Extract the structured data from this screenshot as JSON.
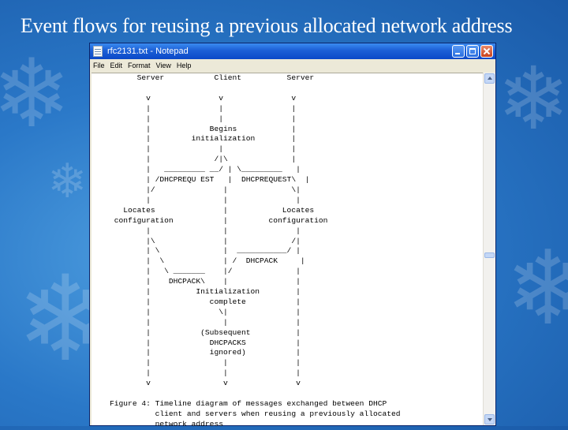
{
  "slide": {
    "title": "Event flows for reusing a previous allocated network address"
  },
  "window": {
    "title": "rfc2131.txt - Notepad",
    "icon": "notepad-icon",
    "controls": {
      "minimize": "minimize-icon",
      "maximize": "maximize-icon",
      "close": "close-icon"
    }
  },
  "menu": [
    "File",
    "Edit",
    "Format",
    "View",
    "Help"
  ],
  "document": {
    "lines": [
      "          Server           Client          Server",
      "",
      "            v               v               v",
      "            |               |               |",
      "            |               |               |",
      "            |             Begins            |",
      "            |         initialization        |",
      "            |               |               |",
      "            |              /|\\              |",
      "            |   _________ __/ | \\_________   |",
      "            | /DHCPREQU EST   |  DHCPREQUEST\\  |",
      "            |/               |              \\|",
      "            |                |               |",
      "       Locates               |            Locates",
      "     configuration           |         configuration",
      "            |                |               |",
      "            |\\               |              /|",
      "            | \\              |  ___________/ |",
      "            |  \\             | /  DHCPACK     |",
      "            |   \\ _______    |/              |",
      "            |    DHCPACK\\    |               |",
      "            |          Initialization        |",
      "            |             complete           |",
      "            |               \\|               |",
      "            |                |               |",
      "            |           (Subsequent          |",
      "            |             DHCPACKS           |",
      "            |             ignored)           |",
      "            |                |               |",
      "            |                |               |",
      "            v                v               v",
      "",
      "    Figure 4: Timeline diagram of messages exchanged between DHCP",
      "              client and servers when reusing a previously allocated",
      "              network address"
    ]
  }
}
